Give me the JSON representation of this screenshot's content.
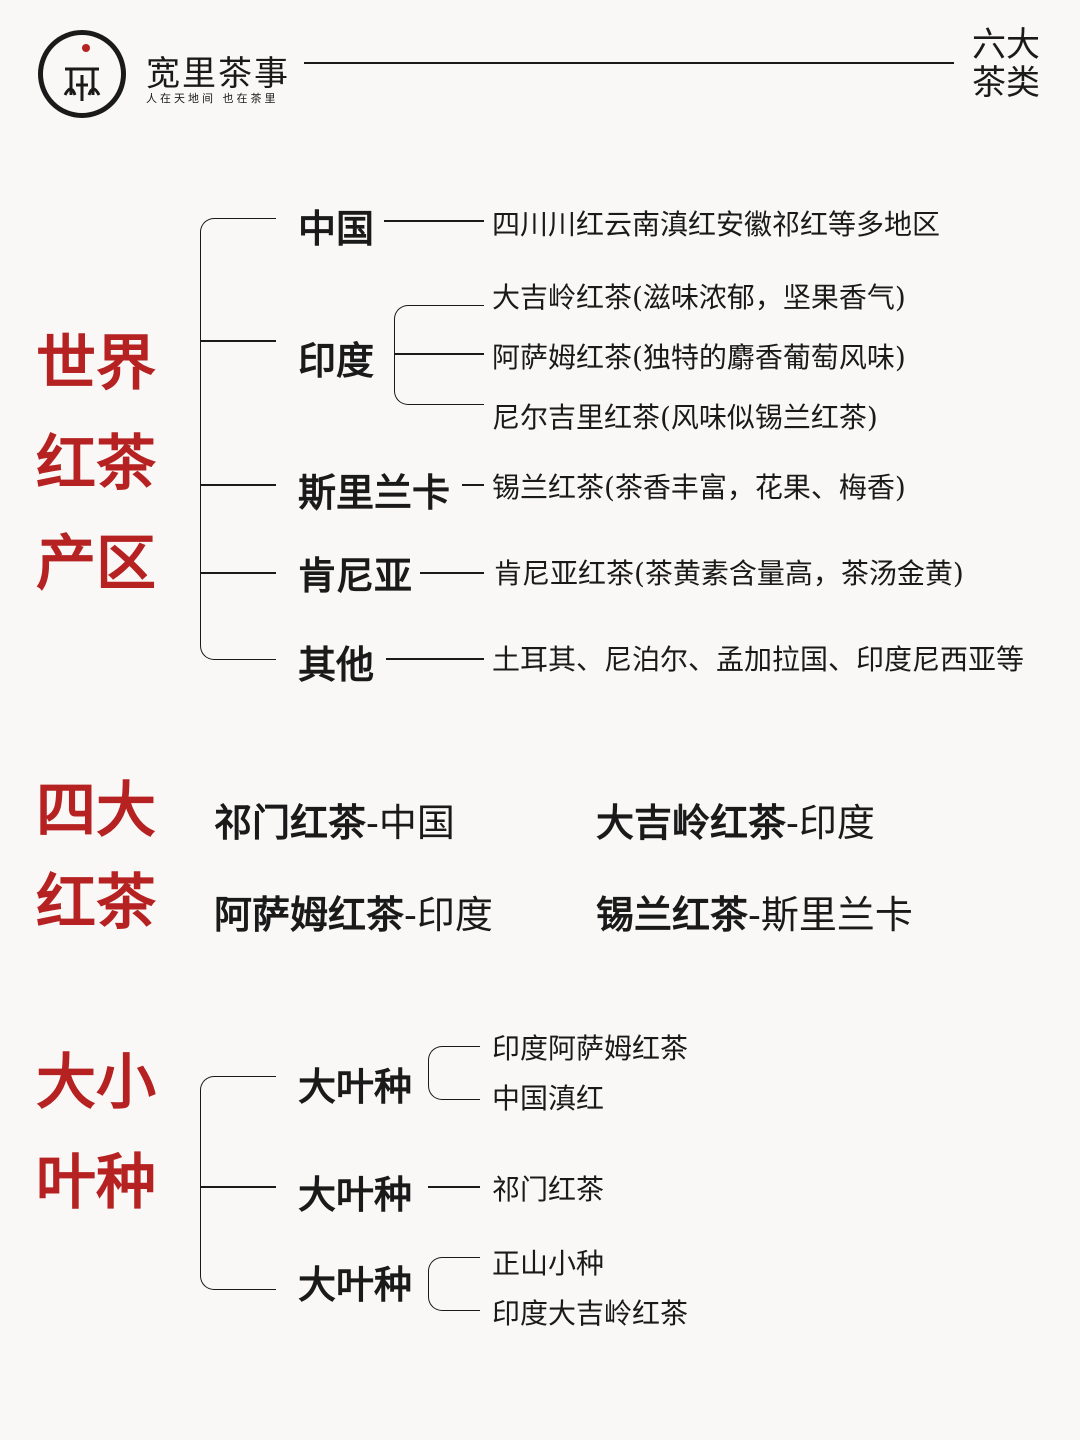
{
  "header": {
    "brand": "宽里茶事",
    "slogan": "人在天地间 也在茶里",
    "corner_title": "六大茶类",
    "accent_color": "#b62222"
  },
  "section_regions": {
    "title": "世界红茶产区",
    "regions": [
      {
        "name": "中国",
        "details": [
          "四川川红云南滇红安徽祁红等多地区"
        ]
      },
      {
        "name": "印度",
        "details": [
          "大吉岭红茶(滋味浓郁，坚果香气)",
          "阿萨姆红茶(独特的麝香葡萄风味)",
          "尼尔吉里红茶(风味似锡兰红茶)"
        ]
      },
      {
        "name": "斯里兰卡",
        "details": [
          "锡兰红茶(茶香丰富，花果、梅香)"
        ]
      },
      {
        "name": "肯尼亚",
        "details": [
          "肯尼亚红茶(茶黄素含量高，茶汤金黄)"
        ]
      },
      {
        "name": "其他",
        "details": [
          "土耳其、尼泊尔、孟加拉国、印度尼西亚等"
        ]
      }
    ]
  },
  "section_famous": {
    "title": "四大红茶",
    "items": [
      {
        "tea": "祁门红茶",
        "origin": "-中国"
      },
      {
        "tea": "大吉岭红茶",
        "origin": "-印度"
      },
      {
        "tea": "阿萨姆红茶",
        "origin": "-印度"
      },
      {
        "tea": "锡兰红茶",
        "origin": "-斯里兰卡"
      }
    ]
  },
  "section_leaf": {
    "title": "大小叶种",
    "groups": [
      {
        "name": "大叶种",
        "items": [
          "印度阿萨姆红茶",
          "中国滇红"
        ]
      },
      {
        "name": "大叶种",
        "items": [
          "祁门红茶"
        ]
      },
      {
        "name": "大叶种",
        "items": [
          "正山小种",
          "印度大吉岭红茶"
        ]
      }
    ]
  }
}
